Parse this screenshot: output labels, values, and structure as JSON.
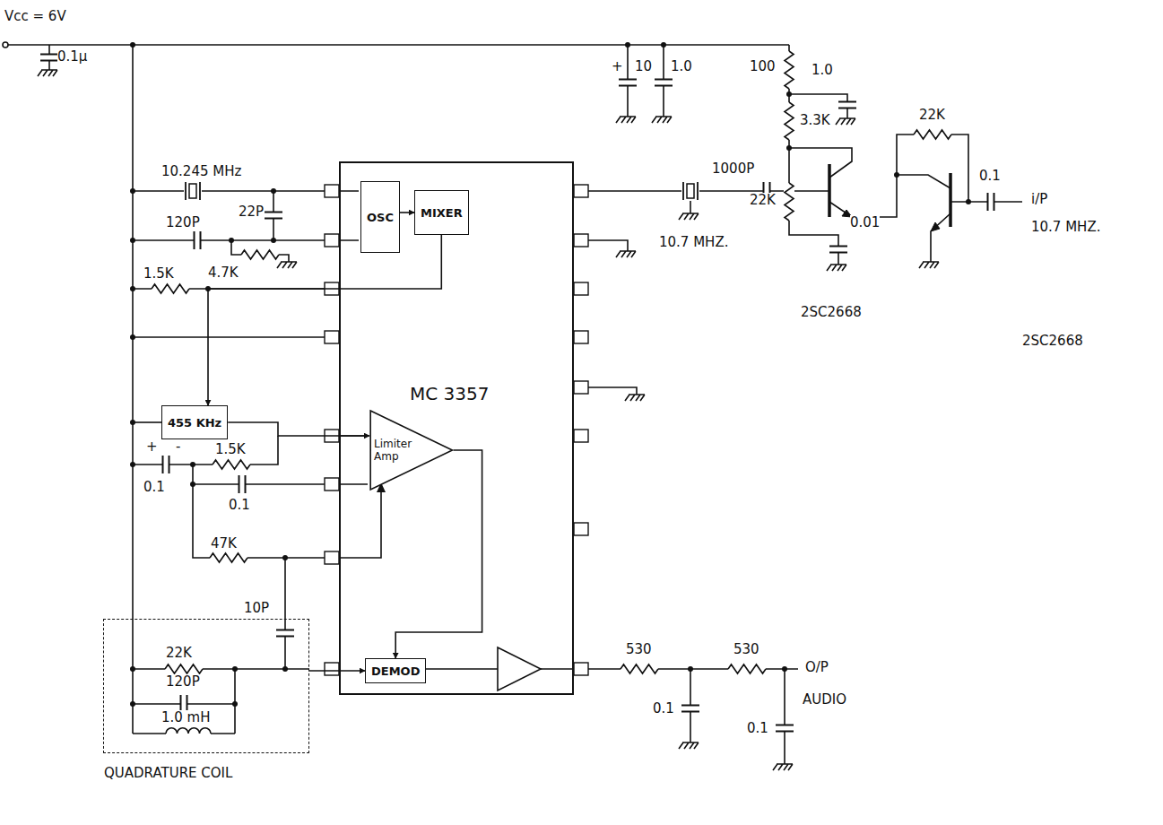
{
  "diagram": {
    "nodes": [
      {
        "text": [
          "MC 3357"
        ]
      },
      {
        "text": [
          "OSC"
        ],
        "in": 0
      },
      {
        "text": [
          "MIXER"
        ],
        "in": 0
      },
      {
        "text": [
          "Limiter Amp"
        ],
        "in": 0
      },
      {
        "text": [
          "DEMOD"
        ],
        "in": 0
      },
      {
        "text": [
          "455 KHz"
        ]
      },
      {
        "text": [
          "QUADRATURE COIL"
        ]
      }
    ],
    "edges": [
      {
        "from": 1,
        "to": 2,
        "arrow": "to"
      },
      {
        "from": 2,
        "to": 5,
        "arrow": "to"
      },
      {
        "from": 5,
        "to": 3,
        "arrow": "to"
      },
      {
        "from": 3,
        "to": 4,
        "arrow": "to"
      },
      {
        "from": 6,
        "to": 4,
        "arrow": "to"
      }
    ],
    "labels": [
      "Vcc = 6V",
      "0.1μ",
      "10.245 MHz",
      "120P",
      "22P",
      "4.7K",
      "1.5K",
      "+",
      "-",
      "1.5K",
      "0.1",
      "0.1",
      "47K",
      "10P",
      "22K",
      "120P",
      "1.0 mH",
      "530",
      "530",
      "0.1",
      "0.1",
      "O/P",
      "AUDIO",
      "+",
      "10",
      "1.0",
      "100",
      "1.0",
      "1000P",
      "3.3K",
      "22K",
      "10.7 MHZ.",
      "0.01",
      "2SC2668",
      "22K",
      "0.1",
      "2SC2668",
      "i/P",
      "10.7 MHZ."
    ]
  }
}
